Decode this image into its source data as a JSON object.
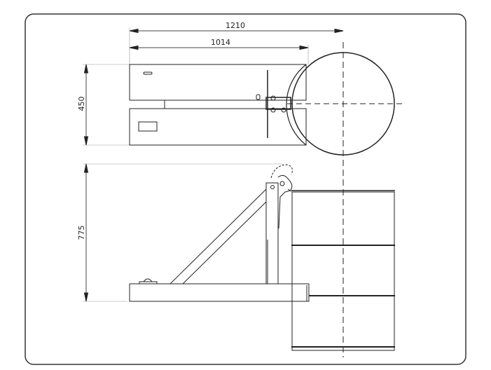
{
  "drawing": {
    "dimensions": {
      "overall_length": "1210",
      "arm_length": "1014",
      "width": "450",
      "height": "775"
    },
    "colors": {
      "line": "#222222",
      "frame": "#333333",
      "thin": "#888888"
    }
  }
}
